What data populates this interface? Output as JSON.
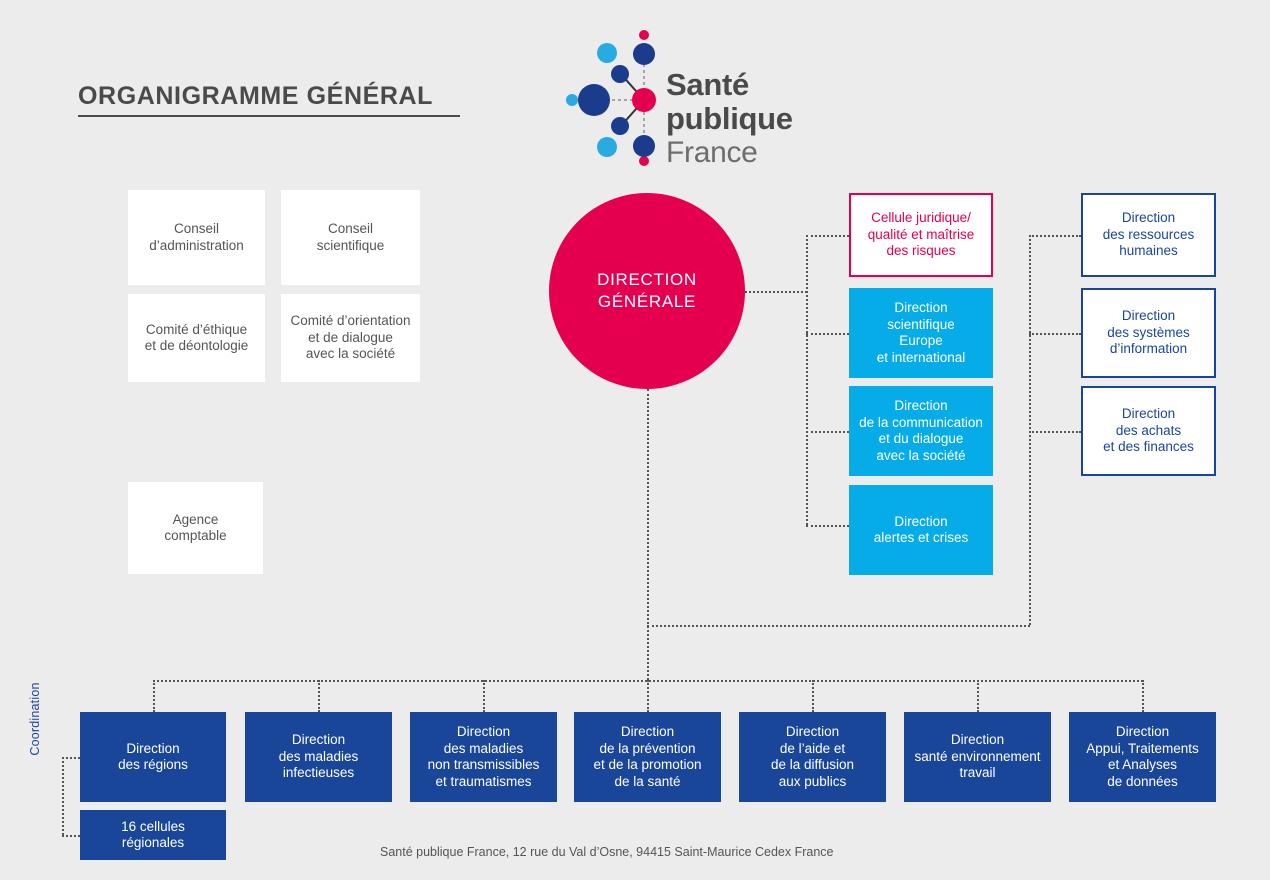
{
  "page": {
    "title": "ORGANIGRAMME GÉNÉRAL",
    "footer": "Santé publique France, 12 rue du Val d’Osne, 94415 Saint-Maurice Cedex France",
    "background_color": "#ececec"
  },
  "logo": {
    "line1": "Santé",
    "line2": "publique",
    "line3": "France",
    "colors": {
      "cyan": "#29ABE2",
      "navy": "#1B3C8C",
      "pink": "#E5004F",
      "text": "#4a4a4a"
    }
  },
  "palette": {
    "pink": "#e5004f",
    "cyan": "#06ace8",
    "navy": "#1a4699",
    "grey_text": "#555555",
    "connector": "#555555"
  },
  "center": {
    "label": "DIRECTION\nGÉNÉRALE",
    "line1": "DIRECTION",
    "line2": "GÉNÉRALE",
    "color": "#e5004f"
  },
  "advisory_boxes": [
    {
      "id": "conseil-administration",
      "lines": [
        "Conseil",
        "d’administration"
      ]
    },
    {
      "id": "conseil-scientifique",
      "lines": [
        "Conseil",
        "scientifique"
      ]
    },
    {
      "id": "comite-ethique",
      "lines": [
        "Comité d’éthique",
        "et de déontologie"
      ]
    },
    {
      "id": "comite-orientation",
      "lines": [
        "Comité d’orientation",
        "et de dialogue",
        "avec la société"
      ]
    },
    {
      "id": "agence-comptable",
      "lines": [
        "Agence",
        "comptable"
      ]
    }
  ],
  "middle_column": [
    {
      "id": "cellule-juridique",
      "style": "pink",
      "lines": [
        "Cellule juridique/",
        "qualité et maîtrise",
        "des risques"
      ]
    },
    {
      "id": "direction-scientifique-europe",
      "style": "cyan",
      "lines": [
        "Direction",
        "scientifique",
        "Europe",
        "et international"
      ]
    },
    {
      "id": "direction-communication",
      "style": "cyan",
      "lines": [
        "Direction",
        "de la communication",
        "et du dialogue",
        "avec la société"
      ]
    },
    {
      "id": "direction-alertes-crises",
      "style": "cyan",
      "lines": [
        "Direction",
        "alertes et crises"
      ]
    }
  ],
  "right_column": [
    {
      "id": "direction-ressources-humaines",
      "lines": [
        "Direction",
        "des ressources",
        "humaines"
      ]
    },
    {
      "id": "direction-systemes-information",
      "lines": [
        "Direction",
        "des systèmes",
        "d’information"
      ]
    },
    {
      "id": "direction-achats-finances",
      "lines": [
        "Direction",
        "des achats",
        "et des finances"
      ]
    }
  ],
  "bottom_row": [
    {
      "id": "direction-regions",
      "lines": [
        "Direction",
        "des régions"
      ]
    },
    {
      "id": "direction-maladies-infectieuses",
      "lines": [
        "Direction",
        "des maladies",
        "infectieuses"
      ]
    },
    {
      "id": "direction-maladies-non-transmissibles",
      "lines": [
        "Direction",
        "des maladies",
        "non transmissibles",
        "et traumatismes"
      ]
    },
    {
      "id": "direction-prevention-promotion",
      "lines": [
        "Direction",
        "de la prévention",
        "et de la promotion",
        "de la santé"
      ]
    },
    {
      "id": "direction-aide-diffusion",
      "lines": [
        "Direction",
        "de l’aide et",
        "de la diffusion",
        "aux publics"
      ]
    },
    {
      "id": "direction-sante-environnement-travail",
      "lines": [
        "Direction",
        "santé environnement",
        "travail"
      ]
    },
    {
      "id": "direction-appui-traitements-analyses",
      "lines": [
        "Direction",
        "Appui, Traitements",
        "et Analyses",
        "de données"
      ]
    }
  ],
  "regional": {
    "id": "cellules-regionales",
    "lines": [
      "16 cellules",
      "régionales"
    ],
    "coordination_label": "Coordination"
  }
}
